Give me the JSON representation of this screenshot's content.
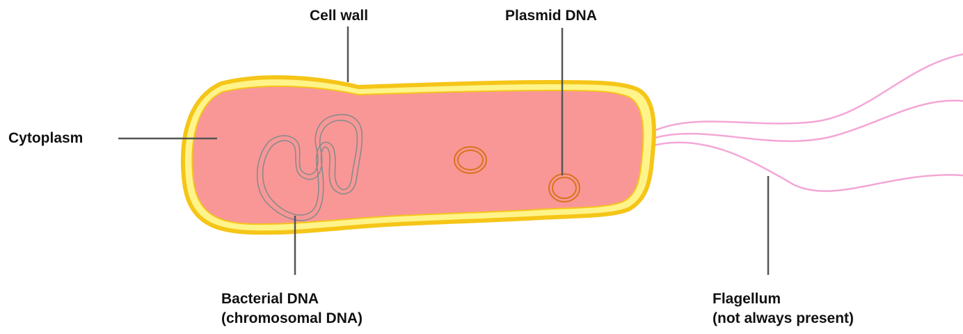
{
  "labels": {
    "cell_wall": "Cell wall",
    "plasmid_dna": "Plasmid DNA",
    "cytoplasm": "Cytoplasm",
    "bacterial_dna_line1": "Bacterial DNA",
    "bacterial_dna_line2": "(chromosomal DNA)",
    "flagellum_line1": "Flagellum",
    "flagellum_line2": "(not always present)"
  },
  "colors": {
    "cell_wall_outer": "#f5c518",
    "cell_wall_inner": "#fff48a",
    "cytoplasm": "#f99797",
    "chromosome": "#8a8a8a",
    "plasmid": "#d9731c",
    "flagellum": "#f4a6d6",
    "leader_line": "#555555"
  }
}
